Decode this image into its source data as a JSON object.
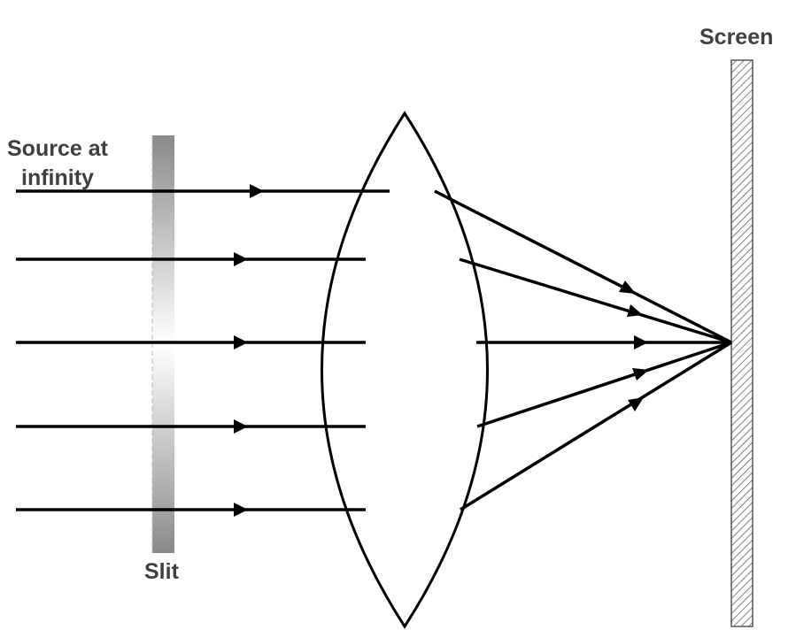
{
  "labels": {
    "screen": "Screen",
    "source_line1": "Source at",
    "source_line2": "infinity",
    "slit": "Slit"
  },
  "colors": {
    "ray": "#000000",
    "label": "#404040",
    "slit_dark": "#8a8a8a",
    "slit_light": "#ffffff",
    "screen_hatch": "#555555"
  },
  "diagram": {
    "incident_rays": 5,
    "refracted_rays": 5
  }
}
